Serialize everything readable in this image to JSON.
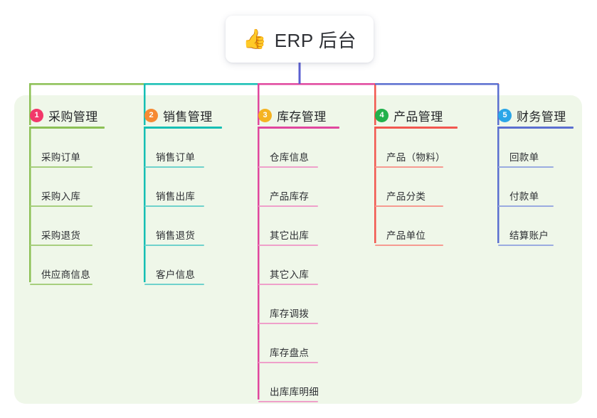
{
  "diagram": {
    "type": "mind-map",
    "title": "ERP 后台",
    "root": {
      "emoji": "👍",
      "icon_name": "thumbs-up-icon",
      "label": "ERP 后台"
    },
    "panel_color": "#eff7e9",
    "stem_color": "#5b5fd0",
    "branches": [
      {
        "index": "1",
        "label": "采购管理",
        "badge_color": "#f2386a",
        "line_color": "#8cc055",
        "leaf_color": "#a7cf7e",
        "children": [
          {
            "label": "采购订单"
          },
          {
            "label": "采购入库"
          },
          {
            "label": "采购退货"
          },
          {
            "label": "供应商信息"
          }
        ]
      },
      {
        "index": "2",
        "label": "销售管理",
        "badge_color": "#f68a33",
        "line_color": "#16bfb4",
        "leaf_color": "#6fd2cc",
        "children": [
          {
            "label": "销售订单"
          },
          {
            "label": "销售出库"
          },
          {
            "label": "销售退货"
          },
          {
            "label": "客户信息"
          }
        ]
      },
      {
        "index": "3",
        "label": "库存管理",
        "badge_color": "#f5b321",
        "line_color": "#e0479e",
        "leaf_color": "#efa0ca",
        "children": [
          {
            "label": "仓库信息"
          },
          {
            "label": "产品库存"
          },
          {
            "label": "其它出库"
          },
          {
            "label": "其它入库"
          },
          {
            "label": "库存调拨"
          },
          {
            "label": "库存盘点"
          },
          {
            "label": "出库库明细"
          }
        ]
      },
      {
        "index": "4",
        "label": "产品管理",
        "badge_color": "#21b14b",
        "line_color": "#f2574f",
        "leaf_color": "#f69a91",
        "children": [
          {
            "label": "产品（物料）"
          },
          {
            "label": "产品分类"
          },
          {
            "label": "产品单位"
          }
        ]
      },
      {
        "index": "5",
        "label": "财务管理",
        "badge_color": "#2aa6e8",
        "line_color": "#5b6fd0",
        "leaf_color": "#9aabe0",
        "children": [
          {
            "label": "回款单"
          },
          {
            "label": "付款单"
          },
          {
            "label": "结算账户"
          }
        ]
      }
    ]
  }
}
